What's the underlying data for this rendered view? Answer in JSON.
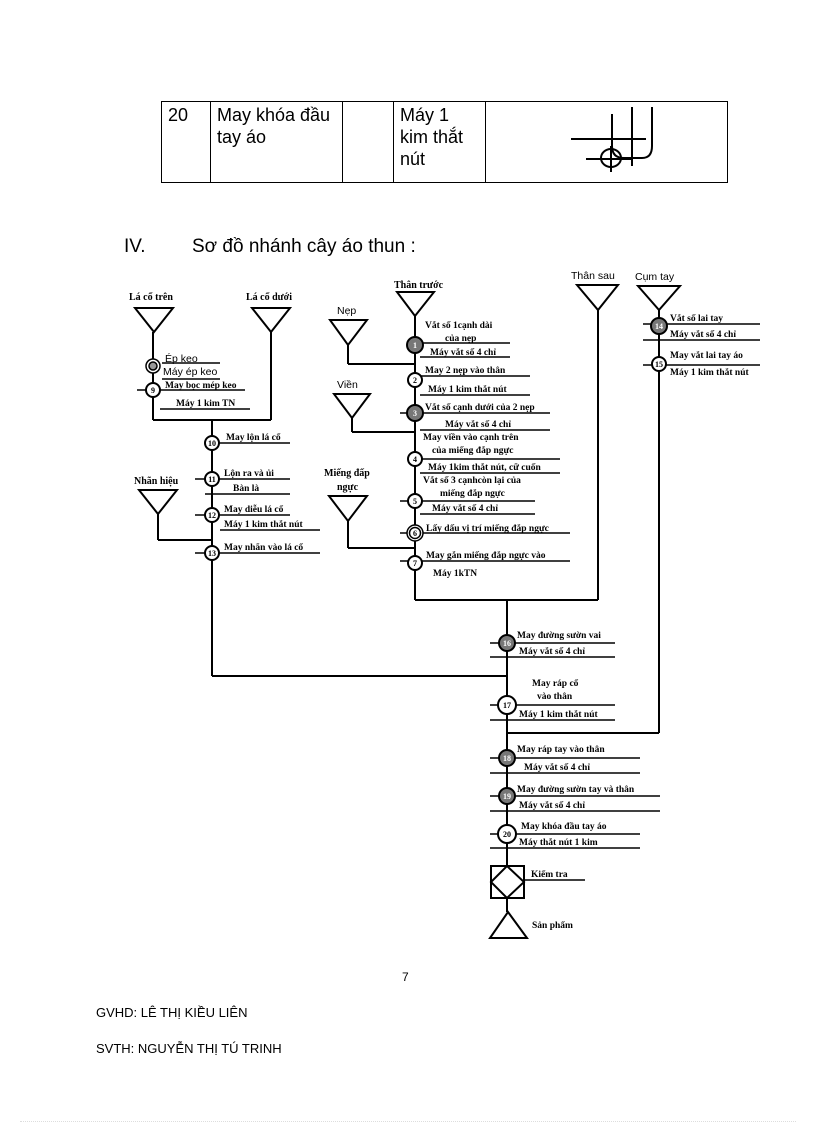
{
  "table_row": {
    "no": "20",
    "operation": "May khóa đầu tay áo",
    "extra": "",
    "machine": "Máy 1 kim thắt nút"
  },
  "section": {
    "number": "IV.",
    "title": "Sơ đồ nhánh cây áo thun :"
  },
  "parts": {
    "la_co_tren": "Lá cổ trên",
    "la_co_duoi": "Lá cổ dưới",
    "nep": "Nẹp",
    "than_truoc": "Thân trước",
    "than_sau": "Thân sau",
    "cum_tay": "Cụm tay",
    "vien": "Viền",
    "nhan_hieu": "Nhãn hiệu",
    "mieng_dap_nguc_1": "Miếng đấp",
    "mieng_dap_nguc_2": "ngực"
  },
  "operations": {
    "ep_keo_1": "Ép keo",
    "ep_keo_2": "Máy ép keo",
    "op9_1": "May bọc mép keo",
    "op9_2": "Máy 1 kim TN",
    "op10": "May lộn lá cổ",
    "op11_1": "Lộn ra và ủi",
    "op11_2": "Bàn là",
    "op12_1": "May diễu lá cổ",
    "op12_2": "Máy 1 kim thắt nút",
    "op13": "May nhãn vào lá cổ",
    "op1_1": "Vắt số 1cạnh dài",
    "op1_2": "của nẹp",
    "op1_3": "Máy vắt số 4 chỉ",
    "op2_1": "May 2 nẹp vào thân",
    "op2_2": "Máy 1 kim thắt nút",
    "op3_1": "Vắt số cạnh dưới của 2 nẹp",
    "op3_2": "Máy vắt số 4 chỉ",
    "op4_1": "May viền vào cạnh trên",
    "op4_2": "của miếng đắp ngực",
    "op4_3": "Máy 1kim thắt nút, cữ cuốn",
    "op5_1": "Vắt số 3 cạnhcòn lại của",
    "op5_2": "miếng đắp ngực",
    "op5_3": "Máy vắt số 4 chỉ",
    "op6": "Lấy dấu vị trí miếng đắp ngực",
    "op7_1": "May gắn miếng đắp ngực vào",
    "op7_2": "Máy  1kTN",
    "op14_1": "Vắt số lai tay",
    "op14_2": "Máy vắt số 4 chỉ",
    "op15_1": "May vắt lai tay áo",
    "op15_2": "Máy 1 kim thắt nút",
    "op16_1": "May đường sườn vai",
    "op16_2": "Máy vắt số 4 chỉ",
    "op17_1": "May ráp cổ",
    "op17_2": "vào thân",
    "op17_3": "Máy 1 kim thắt nút",
    "op18_1": "May ráp tay vào thân",
    "op18_2": "Máy vắt số 4 chỉ",
    "op19_1": "May đường sườn tay và thân",
    "op19_2": "Máy vắt số 4 chỉ",
    "op20_1": "May khóa đầu tay áo",
    "op20_2": "Máy thắt nút 1 kim",
    "kiem_tra": "Kiểm tra",
    "san_pham": "Sản phẩm"
  },
  "node_numbers": {
    "n1": "1",
    "n2": "2",
    "n3": "3",
    "n4": "4",
    "n5": "5",
    "n6": "6",
    "n7": "7",
    "n9": "9",
    "n10": "10",
    "n11": "11",
    "n12": "12",
    "n13": "13",
    "n14": "14",
    "n15": "15",
    "n16": "16",
    "n17": "17",
    "n18": "18",
    "n19": "19",
    "n20": "20"
  },
  "page_number": "7",
  "footer": {
    "gvhd": "GVHD: LÊ THỊ KIỀU LIÊN",
    "svth": "SVTH: NGUYỄN  THỊ TÚ TRINH"
  }
}
